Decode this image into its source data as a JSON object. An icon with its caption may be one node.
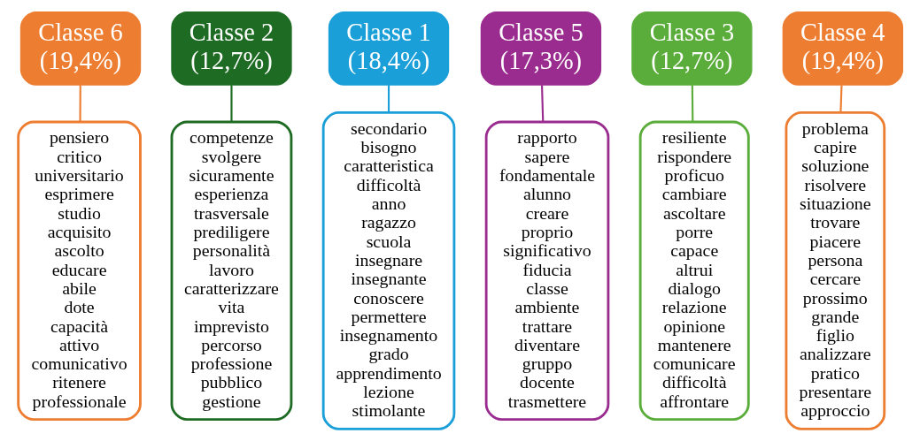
{
  "diagram": {
    "nodes": [
      {
        "text": [
          "Classe 6 (19,4%)"
        ]
      },
      {
        "text": [
          "pensiero critico universitario esprimere studio acquisito ascolto educare abile dote capacità attivo comunicativo ritenere professionale"
        ]
      },
      {
        "text": [
          "Classe 2 (12,7%)"
        ]
      },
      {
        "text": [
          "competenze svolgere sicuramente esperienza trasversale prediligere personalità lavoro caratterizzare vita imprevisto percorso professione pubblico gestione"
        ]
      },
      {
        "text": [
          "Classe 1 (18,4%)"
        ]
      },
      {
        "text": [
          "secondario bisogno caratteristica difficoltà anno ragazzo scuola insegnare insegnante conoscere permettere insegnamento grado apprendimento lezione stimolante"
        ]
      },
      {
        "text": [
          "Classe 5 (17,3%)"
        ]
      },
      {
        "text": [
          "rapporto sapere fondamentale alunno creare proprio significativo fiducia classe ambiente trattare diventare gruppo docente trasmettere"
        ]
      },
      {
        "text": [
          "Classe 3 (12,7%)"
        ]
      },
      {
        "text": [
          "resiliente rispondere proficuo cambiare ascoltare porre capace altrui dialogo relazione opinione mantenere comunicare difficoltà affrontare"
        ]
      },
      {
        "text": [
          "Classe 4 (19,4%)"
        ]
      },
      {
        "text": [
          "problema capire soluzione risolvere situazione trovare piacere persona cercare prossimo grande figlio analizzare pratico presentare approccio"
        ]
      }
    ],
    "edges": [
      {
        "from": 0,
        "to": 1,
        "arrow": "none",
        "color": "#ed7d31"
      },
      {
        "from": 2,
        "to": 3,
        "arrow": "none",
        "color": "#1e6b23"
      },
      {
        "from": 4,
        "to": 5,
        "arrow": "none",
        "color": "#1a9fd8"
      },
      {
        "from": 6,
        "to": 7,
        "arrow": "none",
        "color": "#9b2c8f"
      },
      {
        "from": 8,
        "to": 9,
        "arrow": "none",
        "color": "#5aad3a"
      },
      {
        "from": 10,
        "to": 11,
        "arrow": "none",
        "color": "#ed7d31"
      }
    ]
  }
}
